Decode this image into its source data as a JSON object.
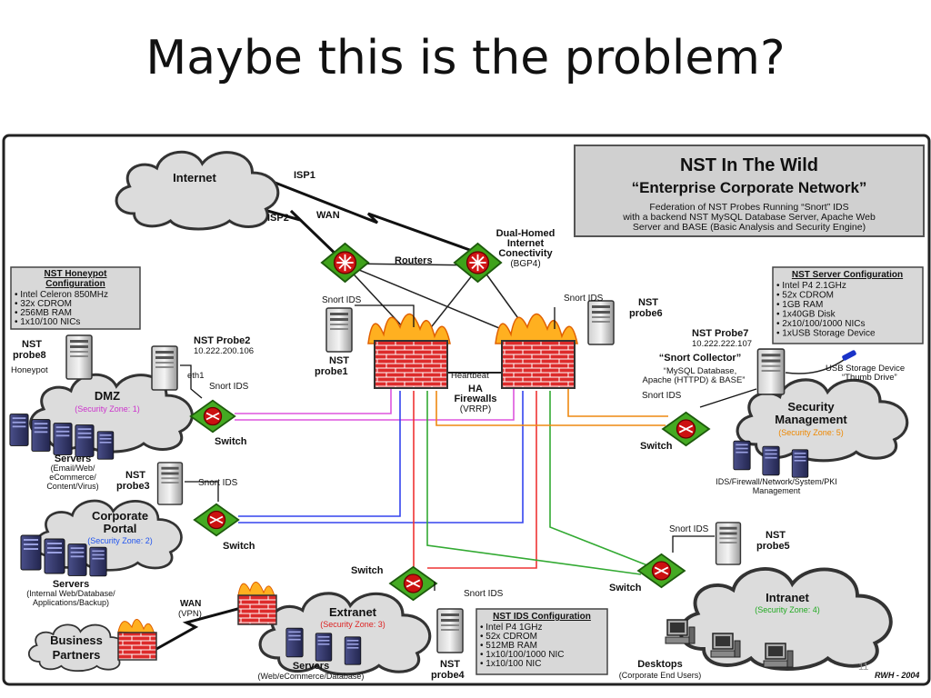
{
  "slide": {
    "title": "Maybe this is the problem?",
    "number": "11",
    "signature": "RWH - 2004"
  },
  "header": {
    "title": "NST In The Wild",
    "subtitle": "“Enterprise Corporate Network”",
    "desc1": "Federation of NST Probes Running “Snort” IDS",
    "desc2": "with a backend NST MySQL Database Server, Apache Web",
    "desc3": "Server and BASE (Basic Analysis and Security Engine)"
  },
  "internet": {
    "label": "Internet",
    "isp1": "ISP1",
    "isp2": "ISP2",
    "wan": "WAN"
  },
  "routers": {
    "label": "Routers",
    "dual1": "Dual-Homed",
    "dual2": "Internet",
    "dual3": "Conectivity",
    "bgp": "(BGP4)"
  },
  "firewalls": {
    "heartbeat": "Heartbeat",
    "ha": "HA",
    "fw": "Firewalls",
    "vrrp": "(VRRP)"
  },
  "snort_ids": "Snort IDS",
  "switch_label": "Switch",
  "honeypot_cfg": {
    "title1": "NST Honeypot",
    "title2": "Configuration",
    "items": [
      "Intel Celeron 850MHz",
      "32x CDROM",
      "256MB RAM",
      "1x10/100 NICs"
    ]
  },
  "server_cfg": {
    "title": "NST Server Configuration",
    "items": [
      "Intel P4 2.1GHz",
      "52x CDROM",
      "1GB RAM",
      "1x40GB Disk",
      "2x10/100/1000 NICs",
      "1xUSB Storage Device"
    ]
  },
  "ids_cfg": {
    "title": "NST IDS Configuration",
    "items": [
      "Intel P4 1GHz",
      "52x CDROM",
      "512MB RAM",
      "1x10/100/1000 NIC",
      "1x10/100 NIC"
    ]
  },
  "probes": {
    "probe1a": "NST",
    "probe1b": "probe1",
    "probe2": "NST Probe2",
    "probe2_ip": "10.222.200.106",
    "eth1": "eth1",
    "probe3a": "NST",
    "probe3b": "probe3",
    "probe4a": "NST",
    "probe4b": "probe4",
    "probe5a": "NST",
    "probe5b": "probe5",
    "probe6a": "NST",
    "probe6b": "probe6",
    "probe7": "NST Probe7",
    "probe7_ip": "10.222.222.107",
    "probe8a": "NST",
    "probe8b": "probe8",
    "honeypot": "Honeypot"
  },
  "collector": {
    "title": "“Snort Collector”",
    "l1": "“MySQL Database,",
    "l2": "Apache (HTTPD) & BASE”"
  },
  "usb": {
    "l1": "USB Storage Device",
    "l2": "“Thumb Drive”"
  },
  "zones": {
    "dmz": {
      "name": "DMZ",
      "zone": "(Security Zone: 1)",
      "servers": "Servers",
      "s1": "(Email/Web/",
      "s2": "eCommerce/",
      "s3": "Content/Virus)"
    },
    "portal": {
      "name1": "Corporate",
      "name2": "Portal",
      "zone": "(Security Zone: 2)",
      "servers": "Servers",
      "s1": "(Internal Web/Database/",
      "s2": "Applications/Backup)"
    },
    "extranet": {
      "name": "Extranet",
      "zone": "(Security Zone: 3)",
      "servers": "Servers",
      "s1": "(Web/eCommerce/Database)"
    },
    "intranet": {
      "name": "Intranet",
      "zone": "(Security Zone: 4)",
      "desktops": "Desktops",
      "d1": "(Corporate End Users)"
    },
    "security": {
      "name1": "Security",
      "name2": "Management",
      "zone": "(Security Zone: 5)",
      "m1": "IDS/Firewall/Network/System/PKI",
      "m2": "Management"
    }
  },
  "business": {
    "l1": "Business",
    "l2": "Partners",
    "wan": "WAN",
    "vpn": "(VPN)"
  },
  "colors": {
    "zone1": "#cc33cc",
    "zone2": "#2255ee",
    "zone3": "#dd2222",
    "zone4": "#22aa22",
    "zone5": "#ee8800"
  }
}
